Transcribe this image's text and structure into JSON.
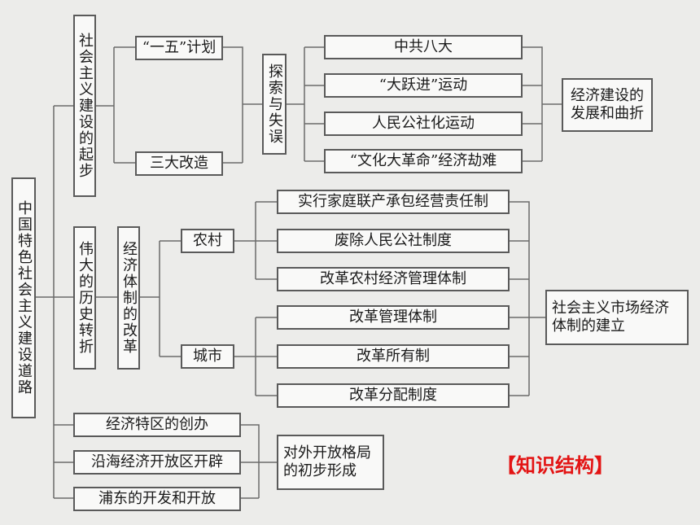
{
  "root": "中国特色社会主义建设道路",
  "section1": {
    "label": "社会主义建设的起步",
    "plan": "“一五”计划",
    "reform": "三大改造",
    "explore": "探索与失误",
    "items": [
      "中共八大",
      "“大跃进”运动",
      "人民公社化运动",
      "“文化大革命”经济劫难"
    ],
    "result": "经济建设的发展和曲折"
  },
  "section2": {
    "label": "伟大的历史转折",
    "econ": "经济体制的改革",
    "rural": "农村",
    "rural_items": [
      "实行家庭联产承包经营责任制",
      "废除人民公社制度",
      "改革农村经济管理体制"
    ],
    "urban": "城市",
    "urban_items": [
      "改革管理体制",
      "改革所有制",
      "改革分配制度"
    ],
    "result": "社会主义市场经济体制的建立"
  },
  "section3": {
    "items": [
      "经济特区的创办",
      "沿海经济开放区开辟",
      "浦东的开发和开放"
    ],
    "result": "对外开放格局的初步形成"
  },
  "title": "【知识结构】",
  "colors": {
    "line": "#6b6b6b",
    "title": "#e31414",
    "box_border": "#5a5a5a"
  }
}
